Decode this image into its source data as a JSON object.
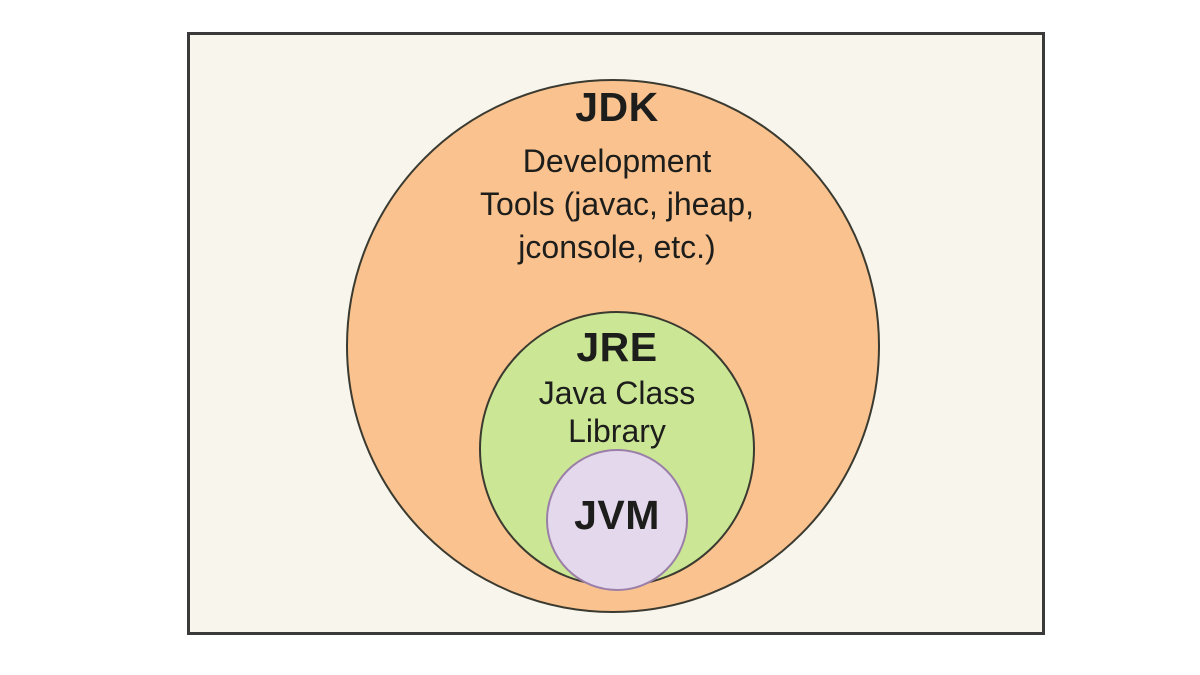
{
  "diagram": {
    "page_background": "#ffffff",
    "text_color": "#1d1d1b",
    "frame": {
      "background": "#f8f5ec",
      "border_color": "#3a3a3a"
    },
    "jdk": {
      "label": "JDK",
      "description_lines": [
        "Development",
        "Tools (javac, jheap,",
        "jconsole, etc.)"
      ],
      "fill": "#f9c28e",
      "border_color": "#3a3a30"
    },
    "jre": {
      "label": "JRE",
      "description_lines": [
        "Java Class",
        "Library"
      ],
      "fill": "#cbe795",
      "border_color": "#3a3a30"
    },
    "jvm": {
      "label": "JVM",
      "fill": "#e3d8ec",
      "border_color": "#9b7fa8"
    }
  }
}
